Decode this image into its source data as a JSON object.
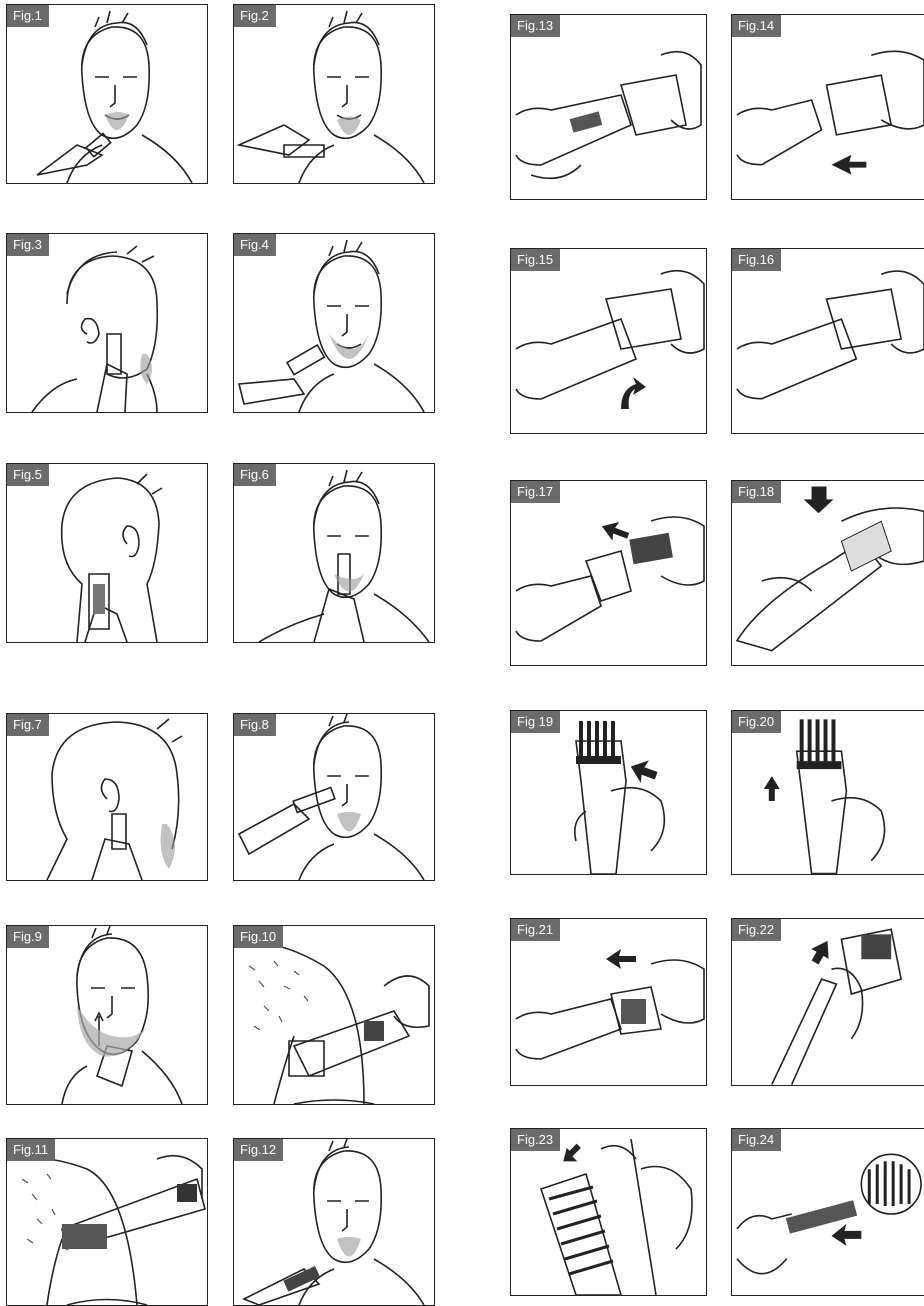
{
  "figures": [
    {
      "label": "Fig.1",
      "icon": "man-trimming-goatee"
    },
    {
      "label": "Fig.2",
      "icon": "man-trimming-chin"
    },
    {
      "label": "Fig.3",
      "icon": "man-trimming-sideburn"
    },
    {
      "label": "Fig.4",
      "icon": "man-trimming-cheek"
    },
    {
      "label": "Fig.5",
      "icon": "man-trimming-neckline"
    },
    {
      "label": "Fig.6",
      "icon": "man-trimming-nose"
    },
    {
      "label": "Fig.7",
      "icon": "man-trimming-ear"
    },
    {
      "label": "Fig.8",
      "icon": "man-trimming-eyebrow"
    },
    {
      "label": "Fig.9",
      "icon": "man-beard-comb"
    },
    {
      "label": "Fig.10",
      "icon": "body-hair-trimming"
    },
    {
      "label": "Fig.11",
      "icon": "body-hair-comb"
    },
    {
      "label": "Fig.12",
      "icon": "man-precision-trimmer"
    },
    {
      "label": "Fig.13",
      "icon": "attach-head"
    },
    {
      "label": "Fig.14",
      "icon": "attach-head-arrow"
    },
    {
      "label": "Fig.15",
      "icon": "rotate-head"
    },
    {
      "label": "Fig.16",
      "icon": "head-attached"
    },
    {
      "label": "Fig.17",
      "icon": "attach-comb"
    },
    {
      "label": "Fig.18",
      "icon": "press-comb"
    },
    {
      "label": "Fig 19",
      "icon": "adjust-comb-up"
    },
    {
      "label": "Fig.20",
      "icon": "slide-comb"
    },
    {
      "label": "Fig.21",
      "icon": "remove-head"
    },
    {
      "label": "Fig.22",
      "icon": "lift-head"
    },
    {
      "label": "Fig.23",
      "icon": "clean-comb"
    },
    {
      "label": "Fig.24",
      "icon": "brush-clean"
    }
  ]
}
